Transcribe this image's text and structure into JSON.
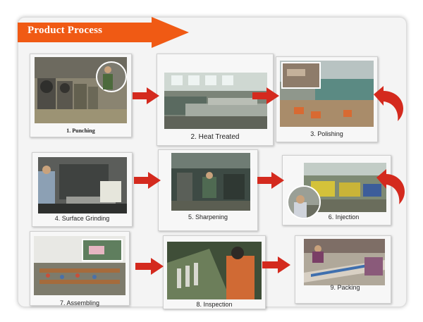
{
  "header": {
    "title": "Product Process",
    "colors": {
      "banner": "#f05a14",
      "arrow": "#d42a1e",
      "panel": "#f4f4f4"
    }
  },
  "steps": [
    {
      "caption": "1. Punching"
    },
    {
      "caption": "2. Heat Treated"
    },
    {
      "caption": "3. Polishing"
    },
    {
      "caption": "4. Surface Grinding"
    },
    {
      "caption": "5. Sharpening"
    },
    {
      "caption": "6. Injection"
    },
    {
      "caption": "7. Assembling"
    },
    {
      "caption": "8. Inspection"
    },
    {
      "caption": "9. Packing"
    }
  ],
  "icons": [
    "right-arrow-icon",
    "curved-return-arrow-icon"
  ]
}
